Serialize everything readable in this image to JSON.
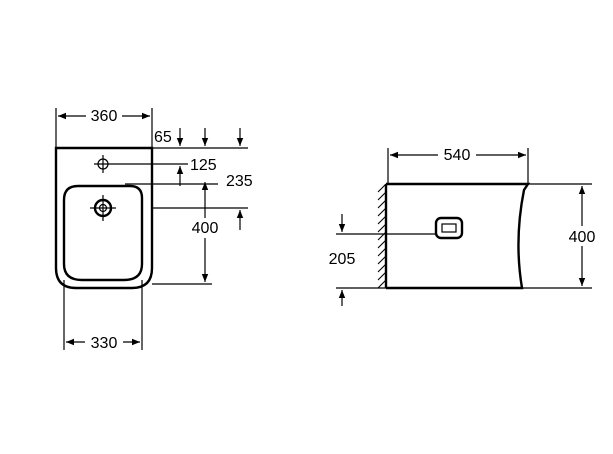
{
  "top_view": {
    "width_label": "360",
    "inner_width_label": "330",
    "dim_65": "65",
    "dim_125": "125",
    "dim_235": "235",
    "dim_400": "400"
  },
  "side_view": {
    "depth_label": "540",
    "height_label": "400",
    "outlet_height_label": "205"
  }
}
